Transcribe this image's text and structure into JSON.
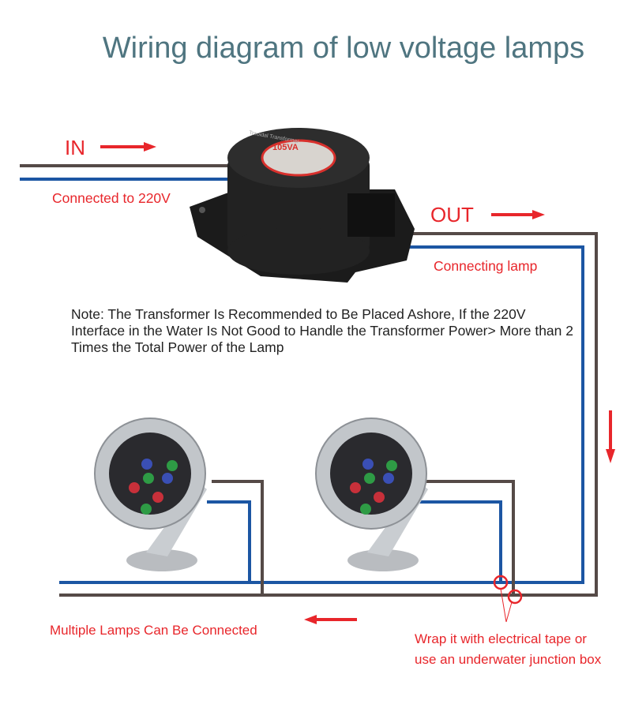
{
  "title": "Wiring diagram of low voltage lamps",
  "labels": {
    "in": "IN",
    "out": "OUT",
    "connected_220v": "Connected to 220V",
    "connecting_lamp": "Connecting lamp",
    "multiple_lamps": "Multiple Lamps Can Be Connected",
    "wrap_line1": "Wrap it with electrical tape or",
    "wrap_line2": "use an underwater junction box"
  },
  "note": "Note: The Transformer Is Recommended to Be Placed Ashore, If the 220V Interface in the Water Is Not Good to Handle the Transformer Power> More than 2 Times the Total Power of the Lamp",
  "transformer": {
    "rating": "105VA",
    "subtitle": "Toroidal Transformer"
  },
  "colors": {
    "brown_wire": "#554a47",
    "blue_wire": "#1c56a3",
    "annotation_red": "#e8262b",
    "title": "#4f7580"
  }
}
